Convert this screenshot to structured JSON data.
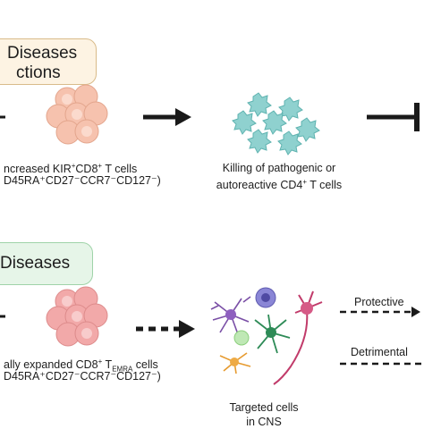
{
  "top": {
    "header_line1": "Diseases",
    "header_line2": "ctions",
    "cells_line1_a": "ncreased KIR",
    "cells_line1_b": "CD8",
    "cells_line1_c": " T cells",
    "cells_line2": "D45RA⁺CD27⁻CCR7⁻CD127⁻)",
    "effect_line1": "Killing of pathogenic or",
    "effect_line2_a": "autoreactive  CD4",
    "effect_line2_b": " T cells"
  },
  "bottom": {
    "header": "Diseases",
    "cells_line1_a": "ally expanded CD8",
    "cells_line1_b": " T",
    "cells_line1_sub": "EMRA",
    "cells_line1_c": " cells",
    "cells_line2": "D45RA⁺CD27⁻CCR7⁻CD127⁻)",
    "target_line1": "Targeted cells",
    "target_line2": "in CNS",
    "outcome_protective": "Protective",
    "outcome_detrimental": "Detrimental"
  },
  "colors": {
    "top_box_fill": "#fdf3e3",
    "top_box_border": "#d9bb8a",
    "bottom_box_fill": "#e6f5e8",
    "bottom_box_border": "#9fd3a8",
    "top_cells": "#f6c2ae",
    "bottom_cells": "#f2a9a9",
    "killed_cells": "#8fd1cf",
    "arrow": "#1a1a1a"
  }
}
